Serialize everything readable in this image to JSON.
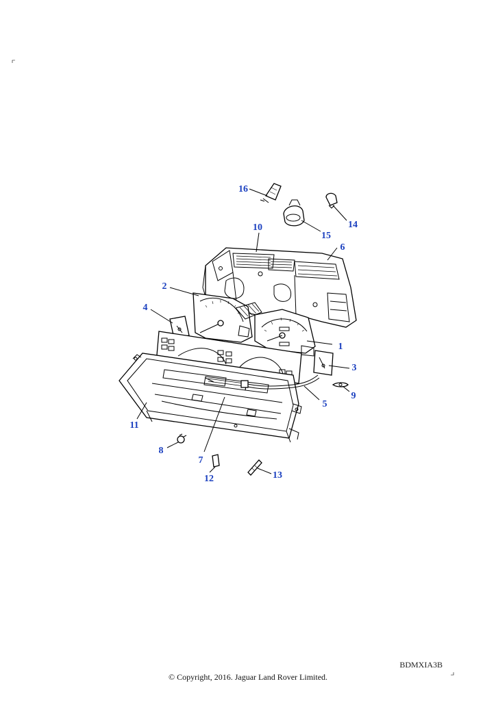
{
  "diagram": {
    "reference_code": "BDMXIA3B",
    "copyright": "© Copyright, 2016. Jaguar Land Rover Limited.",
    "callouts": [
      {
        "id": "1",
        "label": "1"
      },
      {
        "id": "2",
        "label": "2"
      },
      {
        "id": "3",
        "label": "3"
      },
      {
        "id": "4",
        "label": "4"
      },
      {
        "id": "5",
        "label": "5"
      },
      {
        "id": "6",
        "label": "6"
      },
      {
        "id": "7",
        "label": "7"
      },
      {
        "id": "8",
        "label": "8"
      },
      {
        "id": "9",
        "label": "9"
      },
      {
        "id": "10",
        "label": "10"
      },
      {
        "id": "11",
        "label": "11"
      },
      {
        "id": "12",
        "label": "12"
      },
      {
        "id": "13",
        "label": "13"
      },
      {
        "id": "14",
        "label": "14"
      },
      {
        "id": "15",
        "label": "15"
      },
      {
        "id": "16",
        "label": "16"
      }
    ],
    "callout_color": "#1a3fbf"
  }
}
